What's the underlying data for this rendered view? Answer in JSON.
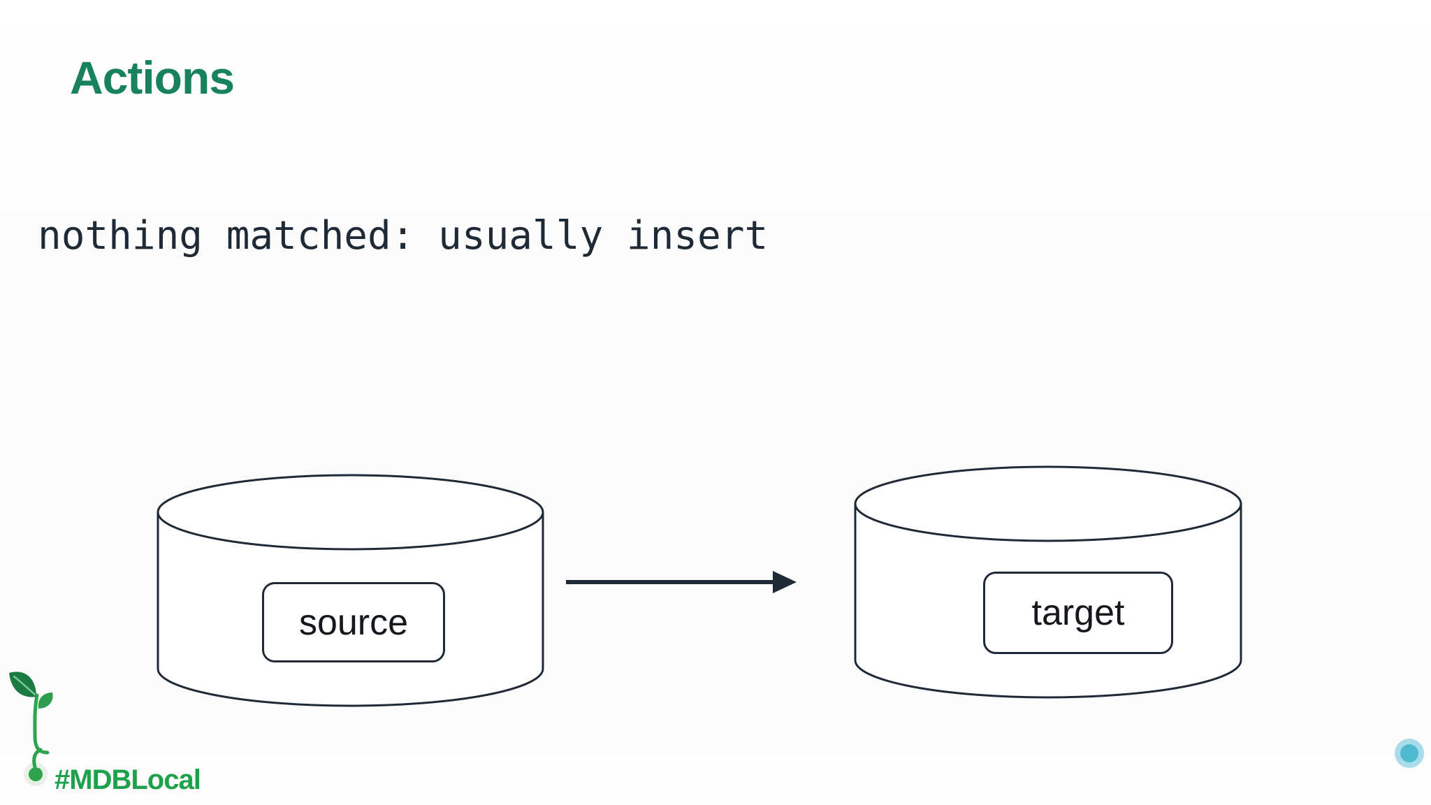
{
  "slide": {
    "title": "Actions",
    "code_line": "nothing matched: usually insert",
    "footer": {
      "hashtag": "#MDBLocal"
    }
  },
  "diagram": {
    "nodes": [
      {
        "id": "source",
        "shape": "database-cylinder",
        "label": "source"
      },
      {
        "id": "target",
        "shape": "database-cylinder",
        "label": "target"
      }
    ],
    "edges": [
      {
        "from": "source",
        "to": "target",
        "type": "arrow",
        "direction": "right"
      }
    ]
  },
  "icons": {
    "sprout": "sprout-icon",
    "footer_end": "teal-dot-icon"
  },
  "colors": {
    "title_green": "#17825B",
    "ink": "#1F2A37",
    "hashtag_green": "#1EA14B",
    "stem_green": "#2EA44F",
    "leaf_dark": "#1B7A44",
    "leaf_light": "#2E9E4E",
    "leaf_vein": "#7CC695",
    "sprout_halo": "#E8F0E8",
    "line_gradient_start": "#2EA44F",
    "line_gradient_end": "#4FB9CF",
    "teal_dot": "#4FB9CF",
    "teal_halo": "#A9DCEB",
    "background": "#FBFBFC"
  }
}
